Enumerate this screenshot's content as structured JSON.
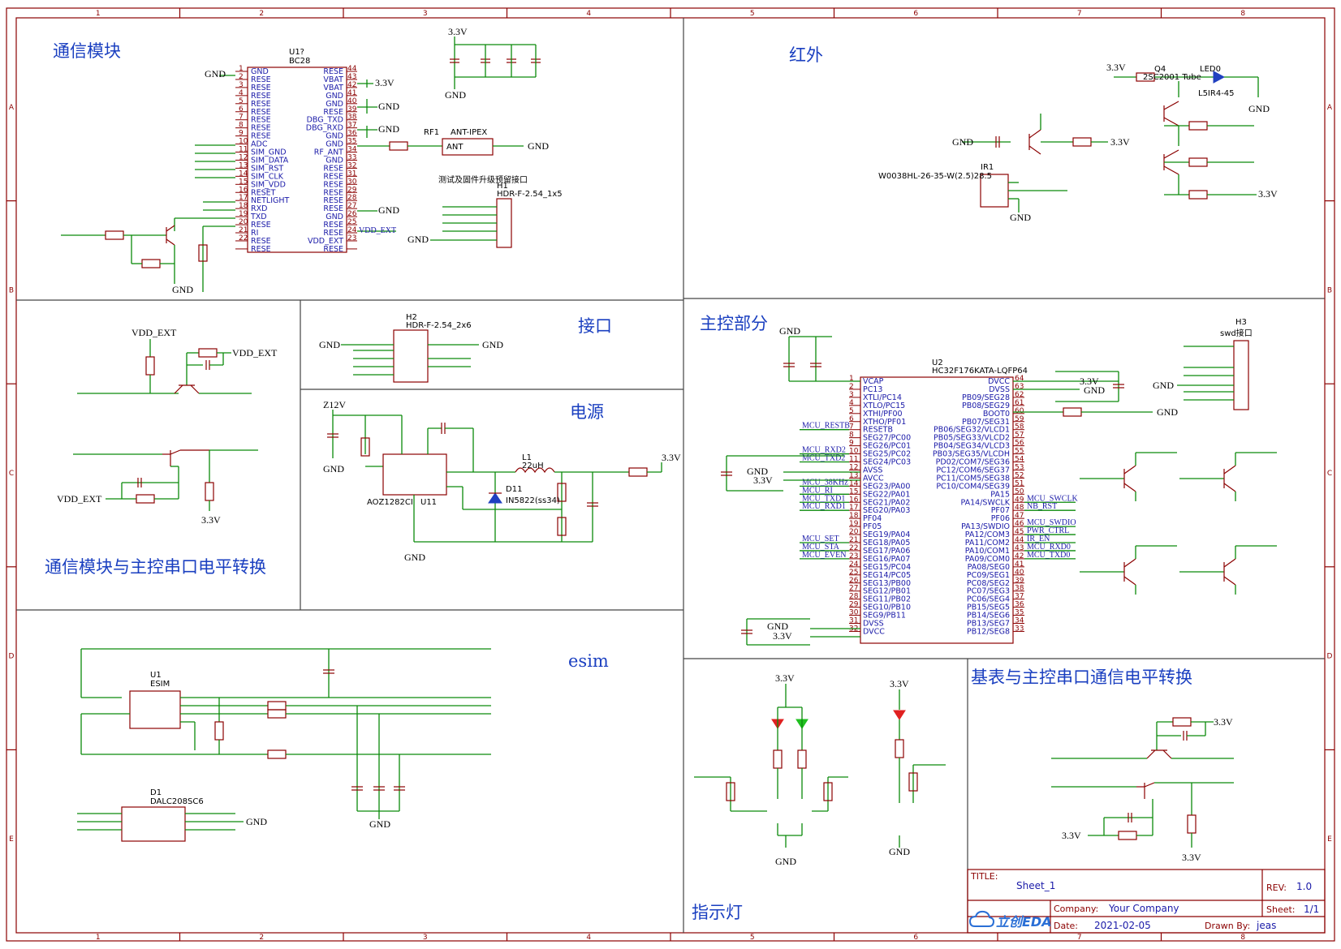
{
  "sections": {
    "comm_module": "通信模块",
    "infrared": "红外",
    "level_shift_comm": "通信模块与主控串口电平转换",
    "interface": "接口",
    "power": "电源",
    "main_control": "主控部分",
    "esim": "esim",
    "indicator": "指示灯",
    "meter_level_shift": "基表与主控串口通信电平转换"
  },
  "ruler": {
    "columns": [
      "1",
      "2",
      "3",
      "4",
      "5",
      "6",
      "7",
      "8"
    ],
    "rows": [
      "A",
      "B",
      "C",
      "D",
      "E"
    ]
  },
  "title_block": {
    "title_label": "TITLE:",
    "title_value": "Sheet_1",
    "rev_label": "REV:",
    "rev_value": "1.0",
    "company_label": "Company:",
    "company_value": "Your Company",
    "sheet_label": "Sheet:",
    "sheet_value": "1/1",
    "date_label": "Date:",
    "date_value": "2021-02-05",
    "drawn_label": "Drawn By:",
    "drawn_value": "jeas",
    "logo_text": "立创EDA"
  },
  "bc28": {
    "ref": "U1?",
    "value": "BC28",
    "left_pins": [
      "GND",
      "RESE",
      "RESE",
      "RESE",
      "RESE",
      "RESE",
      "RESE",
      "RESE",
      "RESE",
      "ADC",
      "SIM_GND",
      "SIM_DATA",
      "SIM_RST",
      "SIM_CLK",
      "SIM_VDD",
      "RESET",
      "NETLIGHT",
      "RXD",
      "TXD",
      "RESE",
      "RI",
      "RESE",
      "RESE"
    ],
    "left_nums": [
      "1",
      "2",
      "3",
      "4",
      "5",
      "6",
      "7",
      "8",
      "9",
      "10",
      "11",
      "12",
      "13",
      "14",
      "15",
      "16",
      "17",
      "18",
      "19",
      "20",
      "21",
      "22"
    ],
    "right_pins": [
      "RESE",
      "VBAT",
      "VBAT",
      "GND",
      "GND",
      "RESE",
      "DBG_TXD",
      "DBG_RXD",
      "GND",
      "GND",
      "RF_ANT",
      "GND",
      "RESE",
      "RESE",
      "RESE",
      "RESE",
      "RESE",
      "RESE",
      "GND",
      "RESE",
      "RESE",
      "VDD_EXT",
      "RESE"
    ],
    "right_nums": [
      "44",
      "43",
      "42",
      "41",
      "40",
      "39",
      "38",
      "37",
      "36",
      "35",
      "34",
      "33",
      "32",
      "31",
      "30",
      "29",
      "28",
      "27",
      "26",
      "25",
      "24",
      "23"
    ]
  },
  "hc32": {
    "ref": "U2",
    "value": "HC32F176KATA-LQFP64",
    "left_pins": [
      "VCAP",
      "PC13",
      "XTLI/PC14",
      "XTLO/PC15",
      "XTHI/PF00",
      "XTHO/PF01",
      "RESETB",
      "SEG27/PC00",
      "SEG26/PC01",
      "SEG25/PC02",
      "SEG24/PC03",
      "AVSS",
      "AVCC",
      "SEG23/PA00",
      "SEG22/PA01",
      "SEG21/PA02",
      "SEG20/PA03",
      "PF04",
      "PF05",
      "SEG19/PA04",
      "SEG18/PA05",
      "SEG17/PA06",
      "SEG16/PA07",
      "SEG15/PC04",
      "SEG14/PC05",
      "SEG13/PB00",
      "SEG12/PB01",
      "SEG11/PB02",
      "SEG10/PB10",
      "SEG9/PB11",
      "DVSS",
      "DVCC"
    ],
    "right_pins": [
      "DVCC",
      "DVSS",
      "PB09/SEG28",
      "PB08/SEG29",
      "BOOT0",
      "PB07/SEG31",
      "PB06/SEG32/VLCD1",
      "PB05/SEG33/VLCD2",
      "PB04/SEG34/VLCD3",
      "PB03/SEG35/VLCDH",
      "PD02/COM7/SEG36",
      "PC12/COM6/SEG37",
      "PC11/COM5/SEG38",
      "PC10/COM4/SEG39",
      "PA15",
      "PA14/SWCLK",
      "PF07",
      "PF06",
      "PA13/SWDIO",
      "PA12/COM3",
      "PA11/COM2",
      "PA10/COM1",
      "PA09/COM0",
      "PA08/SEG0",
      "PC09/SEG1",
      "PC08/SEG2",
      "PC07/SEG3",
      "PC06/SEG4",
      "PB15/SEG5",
      "PB14/SEG6",
      "PB13/SEG7",
      "PB12/SEG8"
    ],
    "left_nets": {
      "7": "MCU_RESTB",
      "10": "MCU_RXD2",
      "11": "MCU_TXD2",
      "14": "MCU_38KHz",
      "15": "MCU_RI",
      "16": "MCU_TXD1",
      "17": "MCU_RXD1",
      "21": "MCU_SET",
      "22": "MCU_STA",
      "23": "MCU_EVEN"
    },
    "right_nets": {
      "49": "MCU_SWCLK",
      "48": "NB_RST",
      "46": "MCU_SWDIO",
      "45": "PWR_CTRL",
      "44": "IR_EN",
      "43": "MCU_RXD0",
      "42": "MCU_TXD0"
    }
  },
  "labels": {
    "gnd": "GND",
    "v33": "3.3V",
    "z12v": "Z12V",
    "vdd_ext": "VDD_EXT",
    "rf1": "RF1",
    "ant_ipex": "ANT-IPEX",
    "ant": "ANT",
    "h1": "H1",
    "h1_value": "HDR-F-2.54_1x5",
    "h1_note": "测试及固件升级预留接口",
    "h2": "H2",
    "h2_value": "HDR-F-2.54_2x6",
    "h3": "H3",
    "h3_value": "swd接口",
    "ir1": "IR1",
    "ir1_value": "W0038HL-26-35-W(2.5)28.5",
    "u11": "U11",
    "u11_value": "AOZ1282CI",
    "u1": "U1",
    "u1_value": "ESIM",
    "d1": "D1",
    "d1_value": "DALC208SC6",
    "d11": "D11",
    "d11_value": "IN5822(ss34)",
    "l1": "L1",
    "l1_value": "22uH",
    "q4": "Q4",
    "q4_value": "2SC2001 Tube",
    "led0": "LED0",
    "led0_value": "L5IR4-45"
  }
}
